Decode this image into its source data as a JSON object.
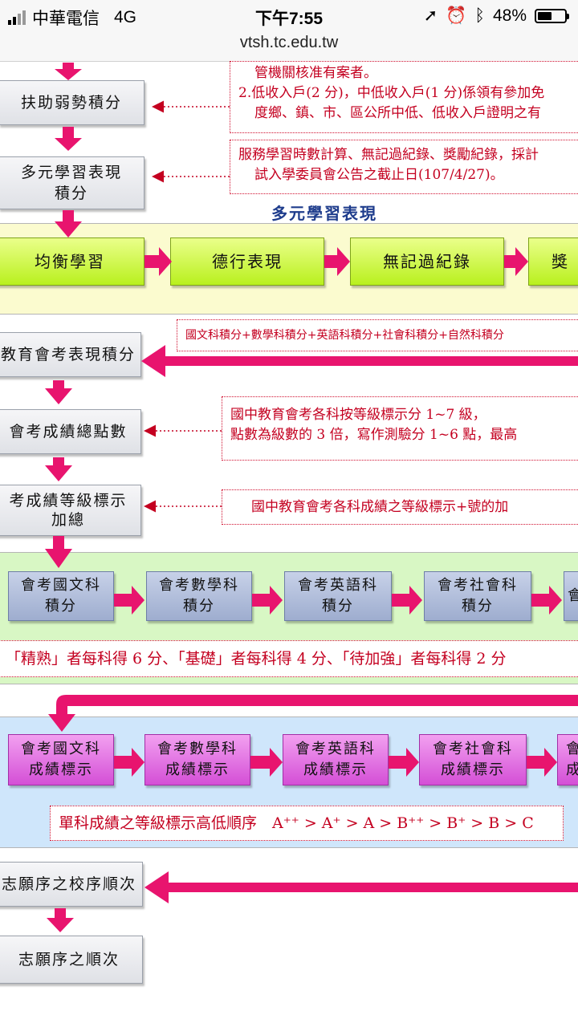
{
  "status": {
    "carrier": "中華電信",
    "network": "4G",
    "time": "下午7:55",
    "battery": "48%"
  },
  "browser": {
    "url": "vtsh.tc.edu.tw"
  },
  "flow": {
    "box_disadvantaged": "扶助弱勢積分",
    "box_diverse": "多元學習表現\n積分",
    "note_top_1": "管機關核准有案者。",
    "note_top_2": "2.低收入戶(2 分)，中低收入戶(1 分)係領有參加免",
    "note_top_3": "度鄉、鎮、市、區公所中低、低收入戶證明之有",
    "note_service_1": "服務學習時數計算、無記過紀錄、獎勵紀錄，採計",
    "note_service_2": "試入學委員會公告之截止日(107/4/27)。",
    "diverse_title": "多元學習表現",
    "green": [
      "均衡學習",
      "德行表現",
      "無記過紀錄",
      "獎"
    ],
    "note_subjects": "國文科積分+數學科積分+英語科積分+社會科積分+自然科積分",
    "box_exam_score": "教育會考表現積分",
    "box_exam_total": "會考成績總點數",
    "note_levels_1": "國中教育會考各科按等級標示分 1~7 級，",
    "note_levels_2": "點數為級數的 3 倍，寫作測驗分 1~6 點，最高",
    "box_exam_grade": "考成績等級標示\n加總",
    "note_grade": "國中教育會考各科成績之等級標示+號的加",
    "blue": [
      "會考國文科\n積分",
      "會考數學科\n積分",
      "會考英語科\n積分",
      "會考社會科\n積分",
      "會"
    ],
    "scores_line": "「精熟」者每科得 6 分、「基礎」者每科得 4 分、「待加強」者每科得 2 分",
    "magenta": [
      "會考國文科\n成績標示",
      "會考數學科\n成績標示",
      "會考英語科\n成績標示",
      "會考社會科\n成績標示",
      "會\n成"
    ],
    "note_order": "單科成績之等級標示高低順序　A⁺⁺ > A⁺ > A > B⁺⁺ > B⁺ > B > C",
    "box_school_order": "志願序之校序順次",
    "box_order": "志願序之順次"
  },
  "colors": {
    "accent": "#e8146e",
    "yellow_band": "#fbfbcf",
    "green_band": "#d8f7c4",
    "blue_band": "#cfe6fb"
  }
}
